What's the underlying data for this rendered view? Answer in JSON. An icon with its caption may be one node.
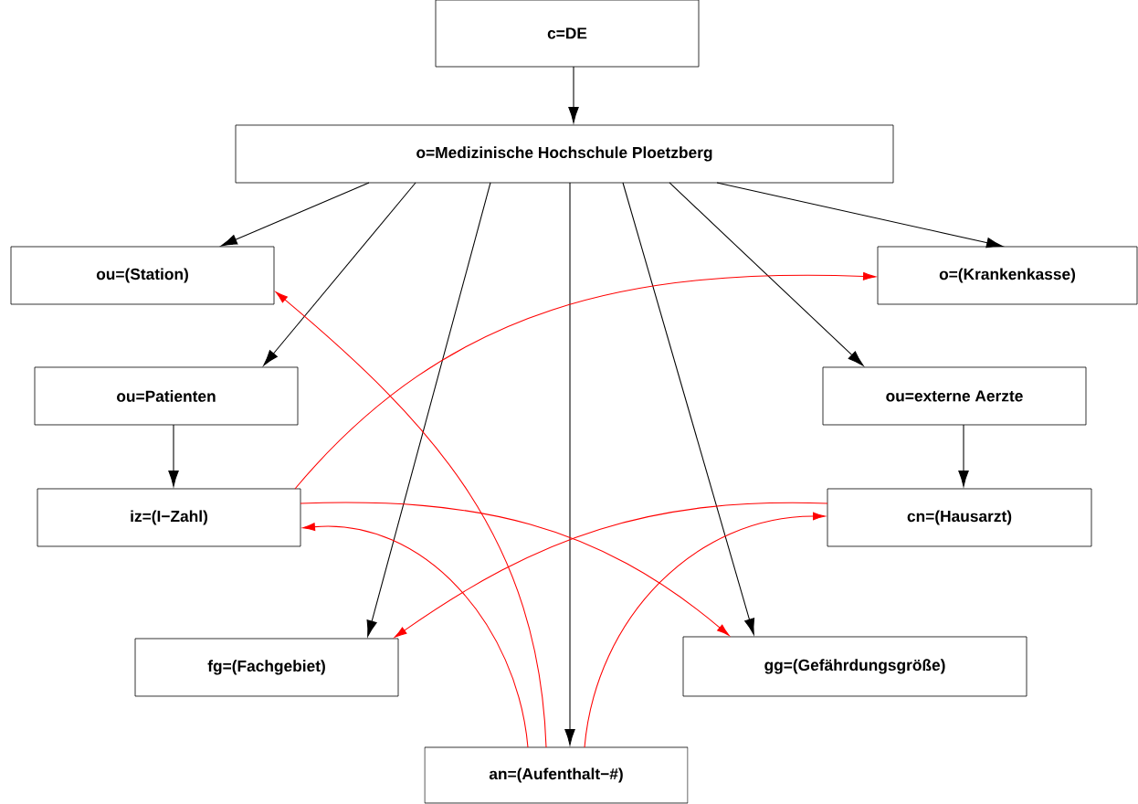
{
  "diagram": {
    "nodes": [
      {
        "text": [
          "c=DE"
        ]
      },
      {
        "text": [
          "o=Medizinische Hochschule Ploetzberg"
        ]
      },
      {
        "text": [
          "ou=(Station)"
        ]
      },
      {
        "text": [
          "o=(Krankenkasse)"
        ]
      },
      {
        "text": [
          "ou=Patienten"
        ]
      },
      {
        "text": [
          "ou=externe Aerzte"
        ]
      },
      {
        "text": [
          "iz=(I−Zahl)"
        ]
      },
      {
        "text": [
          "cn=(Hausarzt)"
        ]
      },
      {
        "text": [
          "fg=(Fachgebiet)"
        ]
      },
      {
        "text": [
          "gg=(Gefährdungsgröße)"
        ]
      },
      {
        "text": [
          "an=(Aufenthalt−#)"
        ]
      }
    ],
    "edges": [
      {
        "from": 0,
        "to": 1,
        "arrow": "to"
      },
      {
        "from": 1,
        "to": 2,
        "arrow": "to"
      },
      {
        "from": 1,
        "to": 4,
        "arrow": "to"
      },
      {
        "from": 1,
        "to": 8,
        "arrow": "to"
      },
      {
        "from": 1,
        "to": 10,
        "arrow": "to"
      },
      {
        "from": 1,
        "to": 9,
        "arrow": "to"
      },
      {
        "from": 1,
        "to": 5,
        "arrow": "to"
      },
      {
        "from": 1,
        "to": 3,
        "arrow": "to"
      },
      {
        "from": 4,
        "to": 6,
        "arrow": "to"
      },
      {
        "from": 5,
        "to": 7,
        "arrow": "to"
      },
      {
        "from": 6,
        "to": 3,
        "arrow": "to",
        "color": "#ff0000"
      },
      {
        "from": 10,
        "to": 2,
        "arrow": "to",
        "color": "#ff0000"
      },
      {
        "from": 10,
        "to": 6,
        "arrow": "to",
        "color": "#ff0000"
      },
      {
        "from": 10,
        "to": 7,
        "arrow": "to",
        "color": "#ff0000"
      },
      {
        "from": 6,
        "to": 9,
        "arrow": "to",
        "color": "#ff0000"
      },
      {
        "from": 7,
        "to": 8,
        "arrow": "to",
        "color": "#ff0000"
      }
    ]
  }
}
